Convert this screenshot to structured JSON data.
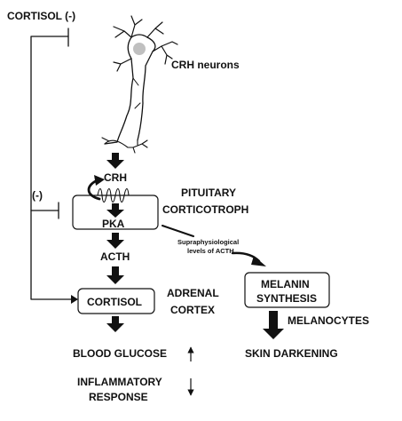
{
  "labels": {
    "cortisol_inhibitor": "CORTISOL (-)",
    "crh_neurons": "CRH neurons",
    "crh": "CRH",
    "pituitary_line1": "PITUITARY",
    "pituitary_line2": "CORTICOTROPH",
    "feedback_minus": "(-)",
    "pka": "PKA",
    "acth": "ACTH",
    "supra_line1": "Supraphysiological",
    "supra_line2": "levels of ACTH",
    "cortisol": "CORTISOL",
    "adrenal_line1": "ADRENAL",
    "adrenal_line2": "CORTEX",
    "melanin_line1": "MELANIN",
    "melanin_line2": "SYNTHESIS",
    "melanocytes": "MELANOCYTES",
    "blood_glucose": "BLOOD GLUCOSE",
    "inflammatory_line1": "INFLAMMATORY",
    "inflammatory_line2": "RESPONSE",
    "skin_darkening": "SKIN  DARKENING"
  },
  "indicators": {
    "blood_glucose_trend": "up",
    "inflammatory_trend": "down"
  },
  "colors": {
    "ink": "#111111",
    "nucleus": "#c0c0c0",
    "background": "#ffffff"
  }
}
